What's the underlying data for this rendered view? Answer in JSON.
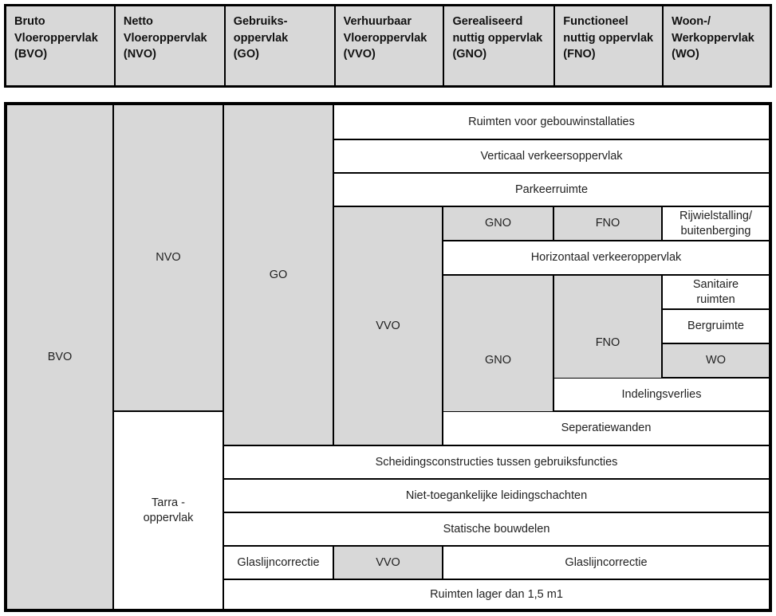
{
  "legend": {
    "columns": [
      {
        "name": "bvo",
        "lines": [
          "Bruto",
          "Vloeroppervlak",
          "(BVO)"
        ]
      },
      {
        "name": "nvo",
        "lines": [
          "Netto",
          "Vloeroppervlak",
          "(NVO)"
        ]
      },
      {
        "name": "go",
        "lines": [
          "Gebruiks-",
          "oppervlak",
          "(GO)"
        ]
      },
      {
        "name": "vvo",
        "lines": [
          "Verhuurbaar",
          "Vloeroppervlak",
          "(VVO)"
        ]
      },
      {
        "name": "gno",
        "lines": [
          "Gerealiseerd",
          "nuttig oppervlak",
          "(GNO)"
        ]
      },
      {
        "name": "fno",
        "lines": [
          "Functioneel",
          "nuttig oppervlak",
          "(FNO)"
        ]
      },
      {
        "name": "wo",
        "lines": [
          "Woon-/",
          "Werkoppervlak",
          "(WO)"
        ]
      }
    ],
    "l0_0": "Bruto",
    "l0_1": "Vloeroppervlak",
    "l0_2": "(BVO)",
    "l1_0": "Netto",
    "l1_1": "Vloeroppervlak",
    "l1_2": "(NVO)",
    "l2_0": "Gebruiks-",
    "l2_1": "oppervlak",
    "l2_2": "(GO)",
    "l3_0": "Verhuurbaar",
    "l3_1": "Vloeroppervlak",
    "l3_2": "(VVO)",
    "l4_0": "Gerealiseerd",
    "l4_1": "nuttig oppervlak",
    "l4_2": "(GNO)",
    "l5_0": "Functioneel",
    "l5_1": "nuttig oppervlak",
    "l5_2": "(FNO)",
    "l6_0": "Woon-/",
    "l6_1": "Werkoppervlak",
    "l6_2": "(WO)"
  },
  "colors": {
    "fill_grey": "#d8d8d8",
    "fill_white": "#ffffff",
    "border": "#000000",
    "text": "#222222"
  },
  "diagram": {
    "bvo": "BVO",
    "nvo": "NVO",
    "tarra": "Tarra -\noppervlak",
    "tarra_line1": "Tarra -",
    "tarra_line2": "oppervlak",
    "go": "GO",
    "vvo": "VVO",
    "gno_top": "GNO",
    "fno_top": "FNO",
    "gno_mid": "GNO",
    "fno_mid": "FNO",
    "wo": "WO",
    "vvo_bottom": "VVO",
    "ruimten_gebouwinstallaties": "Ruimten voor gebouwinstallaties",
    "verticaal_verkeersoppervlak": "Verticaal verkeersoppervlak",
    "parkeerruimte": "Parkeerruimte",
    "rijwielstalling": "Rijwielstalling/\nbuitenberging",
    "rijwielstalling_line1": "Rijwielstalling/",
    "rijwielstalling_line2": "buitenberging",
    "horizontaal_verkeeroppervlak": "Horizontaal verkeeroppervlak",
    "sanitaire_line1": "Sanitaire",
    "sanitaire_line2": "ruimten",
    "bergruimte": "Bergruimte",
    "indelingsverlies": "Indelingsverlies",
    "seperatiewanden": "Seperatiewanden",
    "scheidingsconstructies": "Scheidingsconstructies tussen gebruiksfuncties",
    "niet_toegankelijke": "Niet-toegankelijke leidingschachten",
    "statische_bouwdelen": "Statische bouwdelen",
    "glaslijncorrectie_left": "Glaslijncorrectie",
    "glaslijncorrectie_right": "Glaslijncorrectie",
    "ruimten_lager": "Ruimten lager dan 1,5 m1"
  }
}
